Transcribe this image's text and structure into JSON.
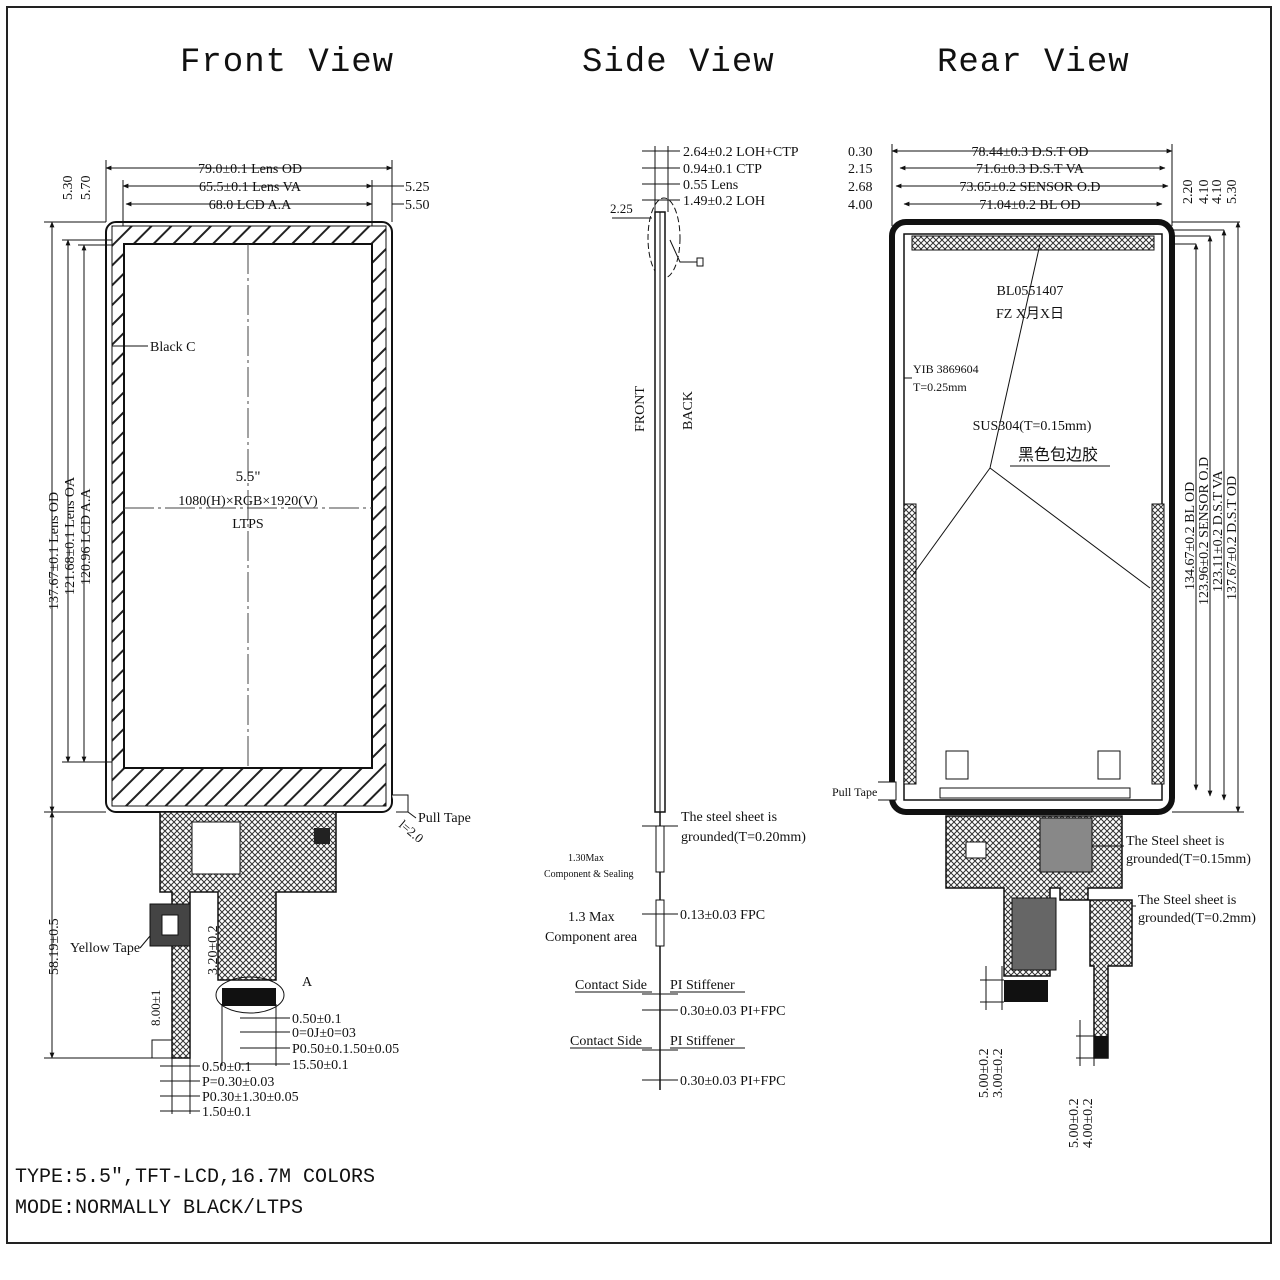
{
  "titles": {
    "front": "Front View",
    "side": "Side View",
    "rear": "Rear View"
  },
  "front": {
    "dim_lens_od": "79.0±0.1 Lens OD",
    "dim_lens_va": "65.5±0.1 Lens VA",
    "dim_lcd_aa": "68.0 LCD A.A",
    "dim_5_30": "5.30",
    "dim_5_70": "5.70",
    "dim_5_25": "5.25",
    "dim_5_50": "5.50",
    "dim_h_lens_od": "137.67±0.1 Lens OD",
    "dim_h_lens_va": "121.68±0.1 Lens OA",
    "dim_h_lcd_aa": "120.96 LCD A.A",
    "black_label": "Black C",
    "center_size": "5.5\"",
    "center_res": "1080(H)×RGB×1920(V)",
    "center_tech": "LTPS",
    "pull_tape": "Pull Tape",
    "pull_tape_dim": "l=2.0",
    "fpc_dim": "58.19±0.5",
    "yellow_tape": "Yellow Tape",
    "dim_3_20": "3.20±0.2",
    "dim_8_00": "8.00±1",
    "label_a": "A",
    "fpc_dims_right": [
      "0.50±0.1",
      "0=0J±0=03",
      "P0.50±0.1.50±0.05",
      "15.50±0.1"
    ],
    "fpc_dims_bottom": [
      "0.50±0.1",
      "P=0.30±0.03",
      "P0.30±1.30±0.05",
      "1.50±0.1"
    ]
  },
  "side": {
    "dims_top": [
      "2.64±0.2 LOH+CTP",
      "0.94±0.1 CTP",
      "0.55 Lens",
      "1.49±0.2 LOH"
    ],
    "dim_2_25": "2.25",
    "front_label": "FRONT",
    "back_label": "BACK",
    "steel_note_1": "The steel sheet is",
    "steel_note_2": "grounded(T=0.20mm)",
    "comp_seal_1": "1.30Max",
    "comp_seal_2": "Component & Sealing",
    "comp_area_1": "1.3 Max",
    "comp_area_2": "Component area",
    "fpc_dim": "0.13±0.03 FPC",
    "contact_side": "Contact Side",
    "pi_stiffener": "PI Stiffener",
    "pi_fpc": "0.30±0.03 PI+FPC"
  },
  "rear": {
    "dims_top": [
      "78.44±0.3 D.S.T OD",
      "71.6±0.3 D.S.T VA",
      "73.65±0.2 SENSOR O.D",
      "71.04±0.2 BL OD"
    ],
    "dims_left": [
      "0.30",
      "2.15",
      "2.68",
      "4.00"
    ],
    "dims_right_small": [
      "2.20",
      "4.10",
      "4.10",
      "5.30"
    ],
    "dims_right_long": [
      "134.67±0.2 BL OD",
      "123.96±0.2 SENSOR O.D",
      "123.11±0.2 D.S.T VA",
      "137.67±0.2 D.S.T OD"
    ],
    "part_no": "BL0551407",
    "date_code": "FZ X月X日",
    "yib": "YIB 3869604",
    "yib_t": "T=0.25mm",
    "sus": "SUS304(T=0.15mm)",
    "black_tape": "黑色包边胶",
    "pull_tape": "Pull Tape",
    "steel_015_1": "The Steel sheet is",
    "steel_015_2": "grounded(T=0.15mm)",
    "steel_02_1": "The Steel sheet is",
    "steel_02_2": "grounded(T=0.2mm)",
    "dims_bottom_a": [
      "5.00±0.2",
      "3.00±0.2"
    ],
    "dims_bottom_b": [
      "5.00±0.2",
      "4.00±0.2"
    ]
  },
  "footer": {
    "type_line": "TYPE:5.5\",TFT-LCD,16.7M COLORS",
    "mode_line": "MODE:NORMALLY BLACK/LTPS"
  }
}
